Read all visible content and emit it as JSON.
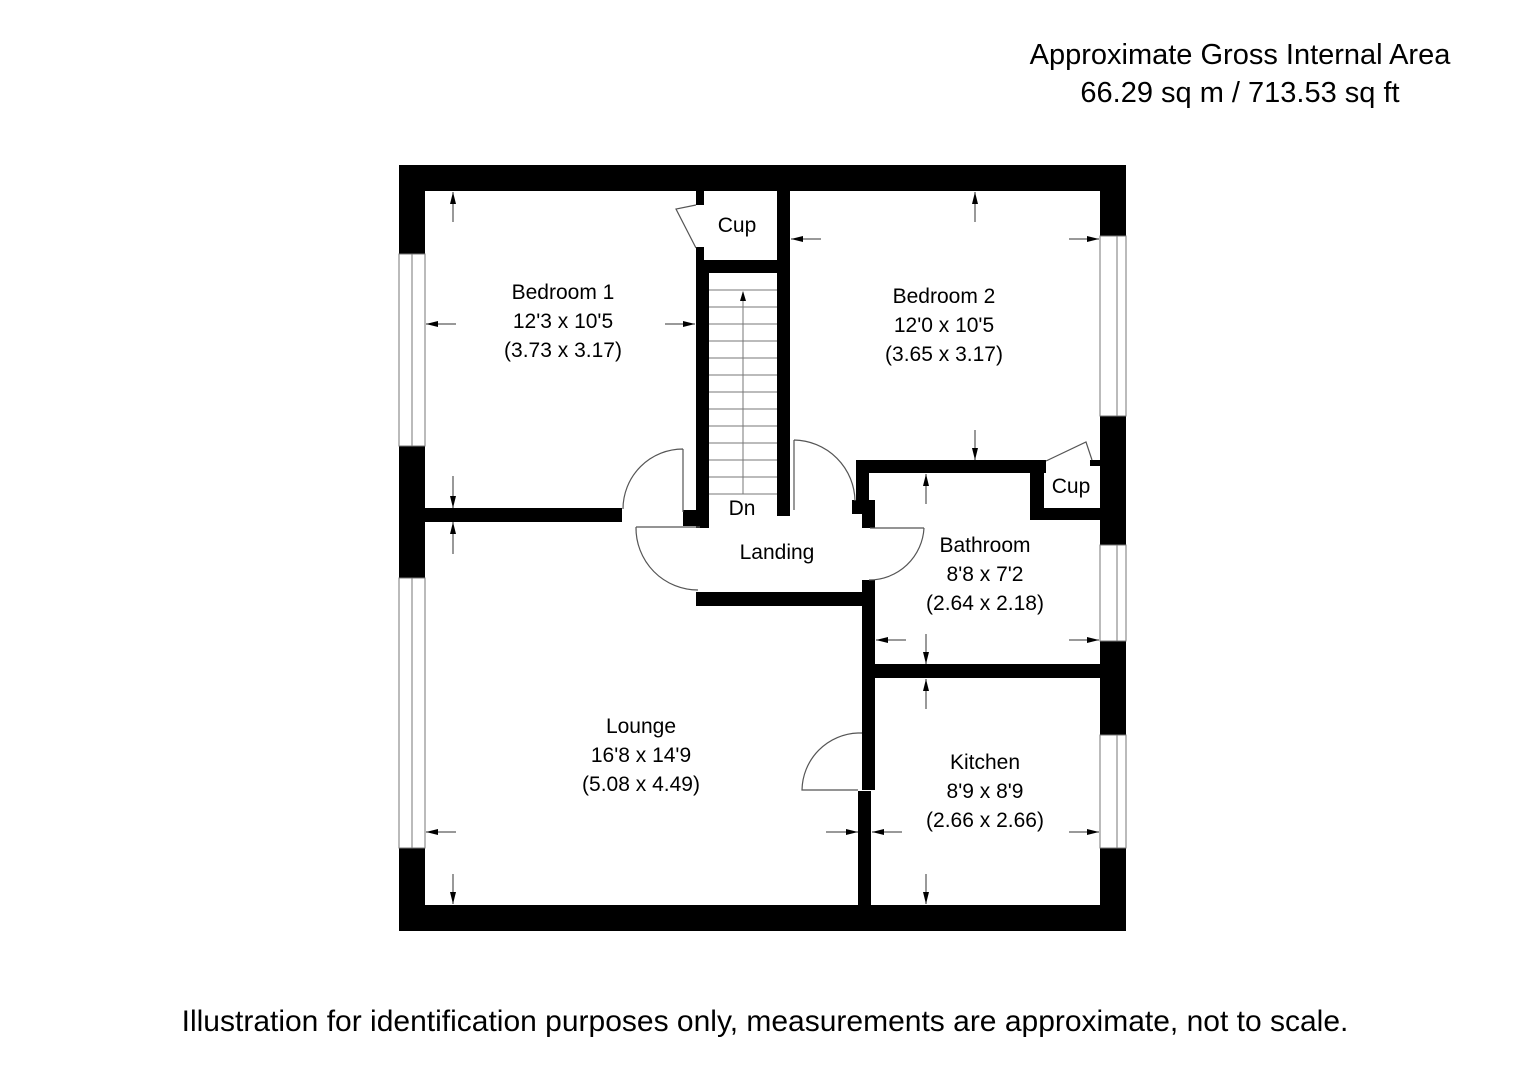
{
  "header": {
    "title": "Approximate Gross Internal Area",
    "area": "66.29 sq m / 713.53 sq ft"
  },
  "rooms": {
    "bedroom1": {
      "name": "Bedroom 1",
      "imperial": "12'3 x 10'5",
      "metric": "(3.73 x 3.17)"
    },
    "bedroom2": {
      "name": "Bedroom 2",
      "imperial": "12'0 x 10'5",
      "metric": "(3.65 x 3.17)"
    },
    "bathroom": {
      "name": "Bathroom",
      "imperial": "8'8 x 7'2",
      "metric": "(2.64 x 2.18)"
    },
    "lounge": {
      "name": "Lounge",
      "imperial": "16'8 x 14'9",
      "metric": "(5.08 x 4.49)"
    },
    "kitchen": {
      "name": "Kitchen",
      "imperial": "8'9 x 8'9",
      "metric": "(2.66 x 2.66)"
    },
    "landing": {
      "name": "Landing"
    },
    "cupboard1": {
      "name": "Cup"
    },
    "cupboard2": {
      "name": "Cup"
    },
    "stairs": {
      "label": "Dn"
    }
  },
  "footer": {
    "disclaimer": "Illustration for identification purposes only, measurements are approximate, not to scale."
  }
}
